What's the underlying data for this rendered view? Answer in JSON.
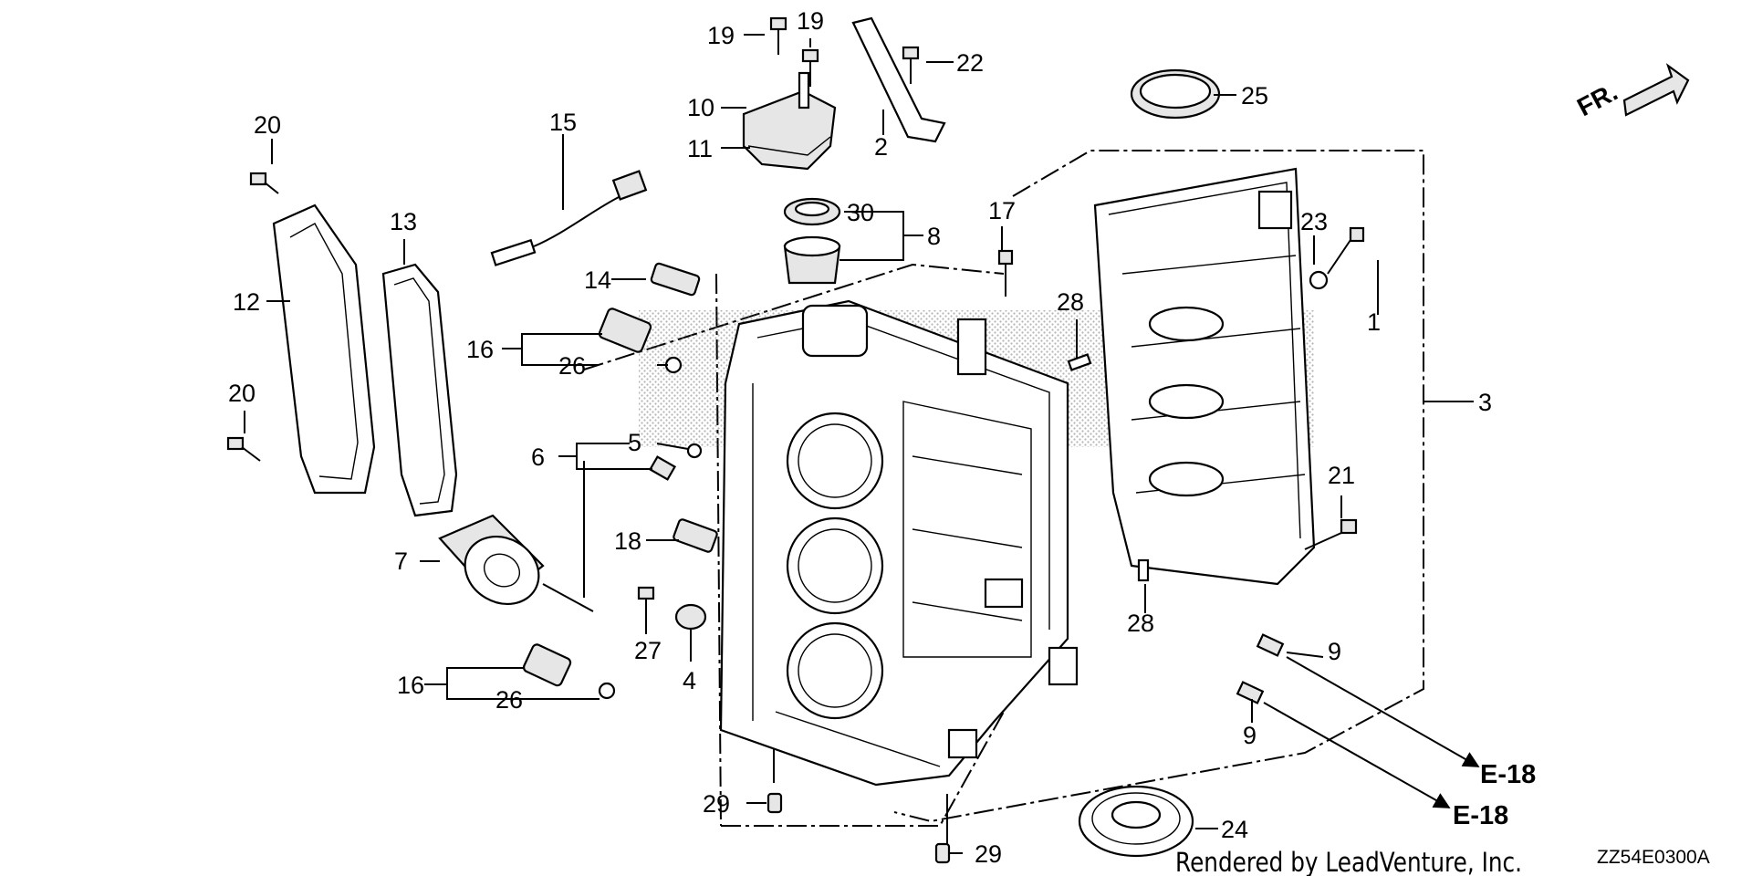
{
  "diagram": {
    "code": "ZZ54E0300A",
    "credit": "Rendered by LeadVenture, Inc.",
    "direction": "FR.",
    "refs": [
      "E-18",
      "E-18"
    ],
    "callouts": [
      {
        "id": "c1",
        "text": "1"
      },
      {
        "id": "c2",
        "text": "2"
      },
      {
        "id": "c3",
        "text": "3"
      },
      {
        "id": "c4",
        "text": "4"
      },
      {
        "id": "c5",
        "text": "5"
      },
      {
        "id": "c6",
        "text": "6"
      },
      {
        "id": "c7",
        "text": "7"
      },
      {
        "id": "c8",
        "text": "8"
      },
      {
        "id": "c9a",
        "text": "9"
      },
      {
        "id": "c9b",
        "text": "9"
      },
      {
        "id": "c10",
        "text": "10"
      },
      {
        "id": "c11",
        "text": "11"
      },
      {
        "id": "c12",
        "text": "12"
      },
      {
        "id": "c13",
        "text": "13"
      },
      {
        "id": "c14",
        "text": "14"
      },
      {
        "id": "c15",
        "text": "15"
      },
      {
        "id": "c16a",
        "text": "16"
      },
      {
        "id": "c16b",
        "text": "16"
      },
      {
        "id": "c17",
        "text": "17"
      },
      {
        "id": "c18",
        "text": "18"
      },
      {
        "id": "c19a",
        "text": "19"
      },
      {
        "id": "c19b",
        "text": "19"
      },
      {
        "id": "c20a",
        "text": "20"
      },
      {
        "id": "c20b",
        "text": "20"
      },
      {
        "id": "c21",
        "text": "21"
      },
      {
        "id": "c22",
        "text": "22"
      },
      {
        "id": "c23",
        "text": "23"
      },
      {
        "id": "c24",
        "text": "24"
      },
      {
        "id": "c25",
        "text": "25"
      },
      {
        "id": "c26a",
        "text": "26"
      },
      {
        "id": "c26b",
        "text": "26"
      },
      {
        "id": "c27",
        "text": "27"
      },
      {
        "id": "c28a",
        "text": "28"
      },
      {
        "id": "c28b",
        "text": "28"
      },
      {
        "id": "c29a",
        "text": "29"
      },
      {
        "id": "c29b",
        "text": "29"
      },
      {
        "id": "c30",
        "text": "30"
      }
    ]
  }
}
